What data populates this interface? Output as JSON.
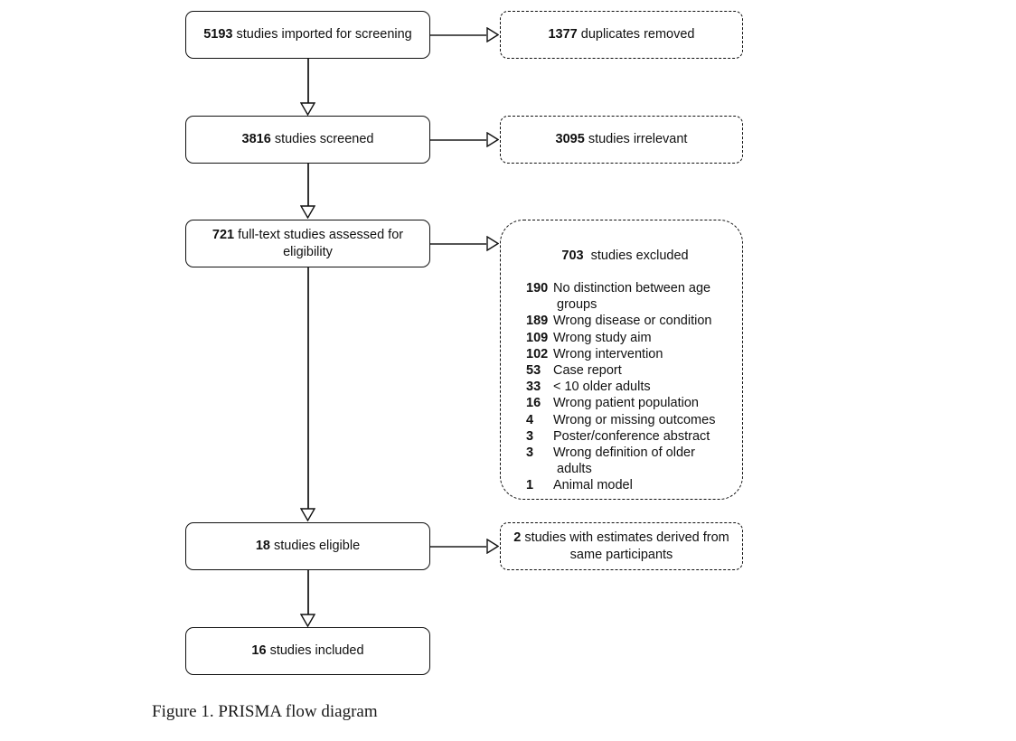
{
  "figure": {
    "caption": "Figure 1. PRISMA flow diagram"
  },
  "flow": {
    "main_nodes": [
      {
        "id": "imported",
        "number": "5193",
        "text": "studies imported for screening"
      },
      {
        "id": "screened",
        "number": "3816",
        "text": "studies screened"
      },
      {
        "id": "fulltext",
        "number": "721",
        "text": "full-text studies assessed for eligibility"
      },
      {
        "id": "eligible",
        "number": "18",
        "text": "studies eligible"
      },
      {
        "id": "included",
        "number": "16",
        "text": "studies included"
      }
    ],
    "side_nodes": [
      {
        "id": "duplicates",
        "number": "1377",
        "text": "duplicates removed"
      },
      {
        "id": "irrelevant",
        "number": "3095",
        "text": "studies irrelevant"
      },
      {
        "id": "same-participants",
        "number": "2",
        "text": "studies with estimates derived from same participants"
      }
    ],
    "excluded_panel": {
      "number": "703",
      "title": "studies excluded",
      "reasons": [
        {
          "count": "190",
          "reason": "No distinction between age groups"
        },
        {
          "count": "189",
          "reason": "Wrong disease or condition"
        },
        {
          "count": "109",
          "reason": "Wrong study aim"
        },
        {
          "count": "102",
          "reason": "Wrong intervention"
        },
        {
          "count": "53",
          "reason": "Case report"
        },
        {
          "count": "33",
          "reason": "< 10 older adults"
        },
        {
          "count": "16",
          "reason": "Wrong patient population"
        },
        {
          "count": "4",
          "reason": "Wrong or missing outcomes"
        },
        {
          "count": "3",
          "reason": "Poster/conference abstract"
        },
        {
          "count": "3",
          "reason": "Wrong definition of older adults"
        },
        {
          "count": "1",
          "reason": "Animal model"
        }
      ]
    },
    "connectors": {
      "down_arrow_icon": "arrow-down-hollow-icon",
      "right_arrow_icon": "arrow-right-hollow-icon"
    },
    "colors": {
      "stroke": "#111111",
      "connector": "#555555",
      "background": "#ffffff"
    }
  }
}
